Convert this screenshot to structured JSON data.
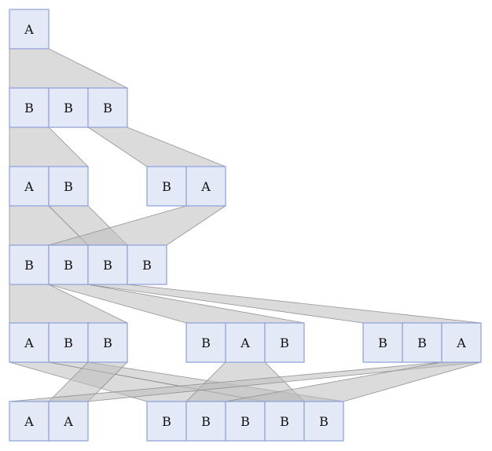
{
  "rows": [
    {
      "groups": [
        [
          "A"
        ]
      ]
    },
    {
      "groups": [
        [
          "B",
          "B",
          "B"
        ]
      ]
    },
    {
      "groups": [
        [
          "A",
          "B"
        ],
        [
          "B",
          "A"
        ]
      ]
    },
    {
      "groups": [
        [
          "B",
          "B",
          "B",
          "B"
        ]
      ]
    },
    {
      "groups": [
        [
          "A",
          "B",
          "B"
        ],
        [
          "B",
          "A",
          "B"
        ],
        [
          "B",
          "B",
          "A"
        ]
      ]
    },
    {
      "groups": [
        [
          "A",
          "A"
        ],
        [
          "B",
          "B",
          "B",
          "B",
          "B"
        ]
      ]
    }
  ],
  "colors": {
    "cell_fill": "#e4e9f7",
    "cell_stroke": "#8c9fd9",
    "band_fill": "#bdbdbd",
    "band_stroke": "#8a8a8a"
  }
}
